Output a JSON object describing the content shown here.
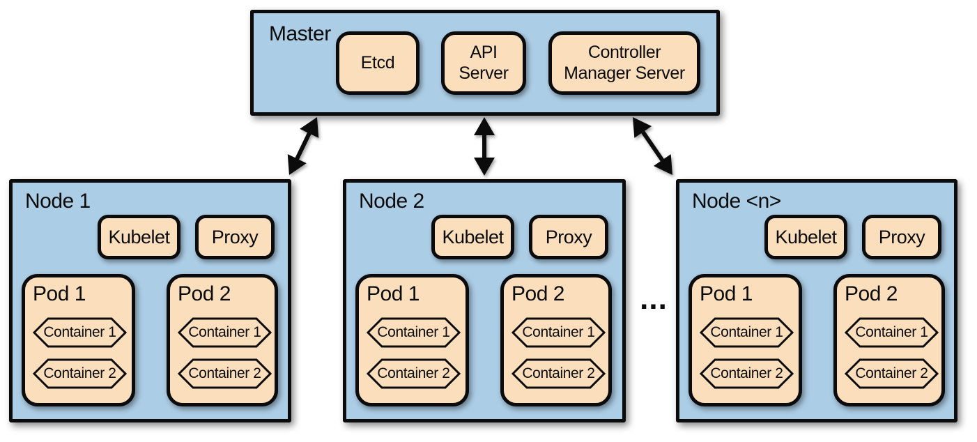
{
  "title": "Kubernetes cluster architecture diagram",
  "colors": {
    "node_fill": "#ACCDE6",
    "component_fill": "#FBDFBD",
    "border": "#0B0B0B",
    "background": "#FFFFFF"
  },
  "master": {
    "label": "Master",
    "components": [
      {
        "label": "Etcd"
      },
      {
        "label": "API Server"
      },
      {
        "label": "Controller Manager Server"
      }
    ]
  },
  "nodes": [
    {
      "label": "Node 1",
      "kubelet": "Kubelet",
      "proxy": "Proxy",
      "pods": [
        {
          "label": "Pod 1",
          "containers": [
            "Container 1",
            "Container 2"
          ]
        },
        {
          "label": "Pod 2",
          "containers": [
            "Container 1",
            "Container 2"
          ]
        }
      ]
    },
    {
      "label": "Node 2",
      "kubelet": "Kubelet",
      "proxy": "Proxy",
      "pods": [
        {
          "label": "Pod 1",
          "containers": [
            "Container 1",
            "Container 2"
          ]
        },
        {
          "label": "Pod 2",
          "containers": [
            "Container 1",
            "Container 2"
          ]
        }
      ]
    },
    {
      "label": "Node <n>",
      "kubelet": "Kubelet",
      "proxy": "Proxy",
      "pods": [
        {
          "label": "Pod 1",
          "containers": [
            "Container 1",
            "Container 2"
          ]
        },
        {
          "label": "Pod 2",
          "containers": [
            "Container 1",
            "Container 2"
          ]
        }
      ]
    }
  ],
  "ellipsis": "..."
}
